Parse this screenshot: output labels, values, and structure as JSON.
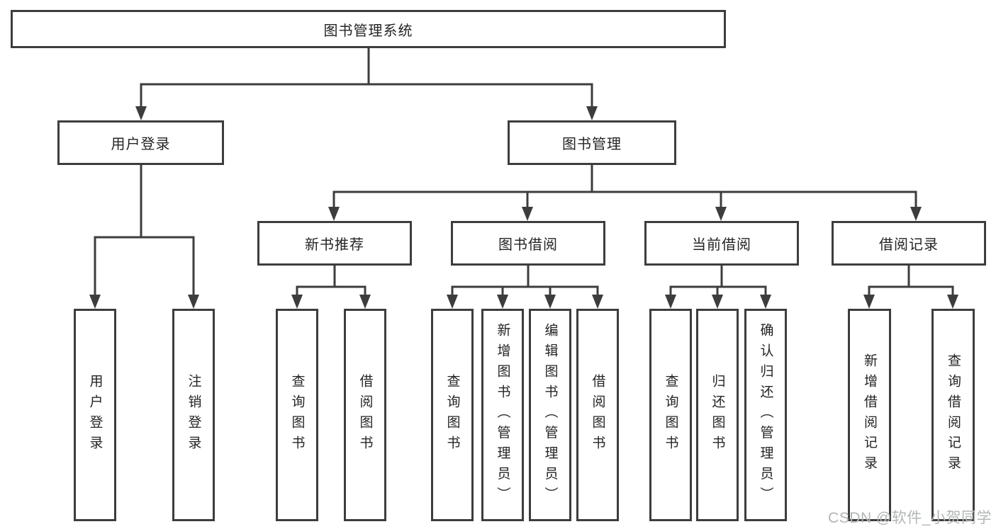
{
  "diagram_type": "hierarchy-tree",
  "colors": {
    "background": "#ffffff",
    "line": "#3d3d3d",
    "box_border": "#3d3d3d",
    "text": "#242424",
    "watermark": "#b2b6b6"
  },
  "tree": {
    "root": {
      "label": "图书管理系统",
      "children": [
        {
          "label": "用户登录",
          "children": [
            {
              "label": "用户登录"
            },
            {
              "label": "注销登录"
            }
          ]
        },
        {
          "label": "图书管理",
          "children": [
            {
              "label": "新书推荐",
              "children": [
                {
                  "label": "查询图书"
                },
                {
                  "label": "借阅图书"
                }
              ]
            },
            {
              "label": "图书借阅",
              "children": [
                {
                  "label": "查询图书"
                },
                {
                  "label": "新增图书（管理员）"
                },
                {
                  "label": "编辑图书（管理员）"
                },
                {
                  "label": "借阅图书"
                }
              ]
            },
            {
              "label": "当前借阅",
              "children": [
                {
                  "label": "查询图书"
                },
                {
                  "label": "归还图书"
                },
                {
                  "label": "确认归还（管理员）"
                }
              ]
            },
            {
              "label": "借阅记录",
              "children": [
                {
                  "label": "新增借阅记录"
                },
                {
                  "label": "查询借阅记录"
                }
              ]
            }
          ]
        }
      ]
    }
  },
  "watermark": {
    "text": "CSDN @软件_小贺同学"
  }
}
